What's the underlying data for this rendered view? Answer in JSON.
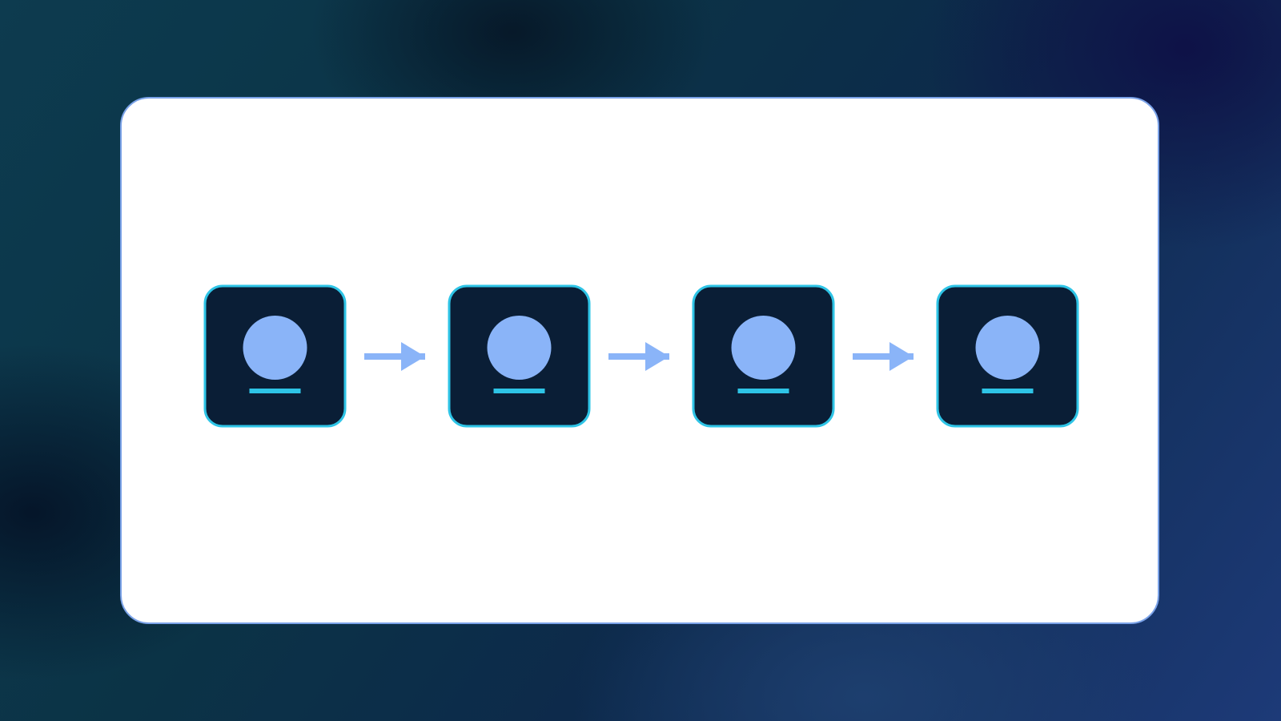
{
  "diagram": {
    "type": "linear-flow",
    "node_count": 4,
    "nodes": [
      {
        "icon": "user-avatar-icon"
      },
      {
        "icon": "user-avatar-icon"
      },
      {
        "icon": "user-avatar-icon"
      },
      {
        "icon": "user-avatar-icon"
      }
    ],
    "edges": [
      {
        "from": 0,
        "to": 1,
        "icon": "arrow-right-icon"
      },
      {
        "from": 1,
        "to": 2,
        "icon": "arrow-right-icon"
      },
      {
        "from": 2,
        "to": 3,
        "icon": "arrow-right-icon"
      }
    ]
  },
  "colors": {
    "card_background": "#ffffff",
    "card_border": "#7aa2e8",
    "node_fill": "#0a1e36",
    "node_border": "#2ec4e6",
    "avatar_fill": "#8ab4f8",
    "underline": "#2ec4e6",
    "arrow": "#8ab4f8"
  }
}
